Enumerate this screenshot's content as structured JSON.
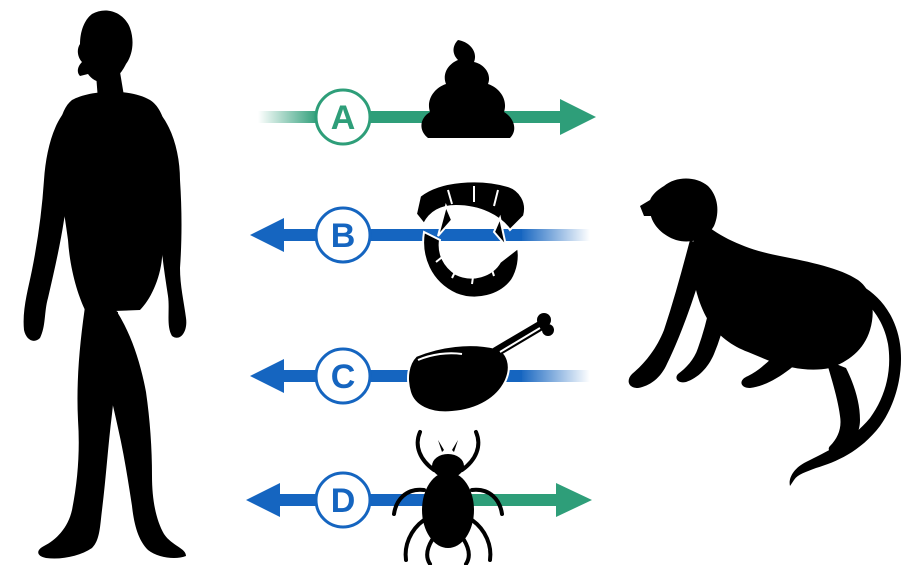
{
  "colors": {
    "green": "#2e9e79",
    "blue": "#1565c0",
    "silhouette": "#000000",
    "background": "#ffffff"
  },
  "routes": [
    {
      "label": "A",
      "direction": "human-to-monkey",
      "icon": "feces-icon",
      "color": "green"
    },
    {
      "label": "B",
      "direction": "monkey-to-human",
      "icon": "fangs-bite-icon",
      "color": "blue"
    },
    {
      "label": "C",
      "direction": "monkey-to-human",
      "icon": "meat-drumstick-icon",
      "color": "blue"
    },
    {
      "label": "D",
      "direction": "bidirectional",
      "icon": "tick-vector-icon",
      "color": "blue-and-green"
    }
  ],
  "figures": {
    "left": "human-silhouette",
    "right": "monkey-silhouette"
  }
}
